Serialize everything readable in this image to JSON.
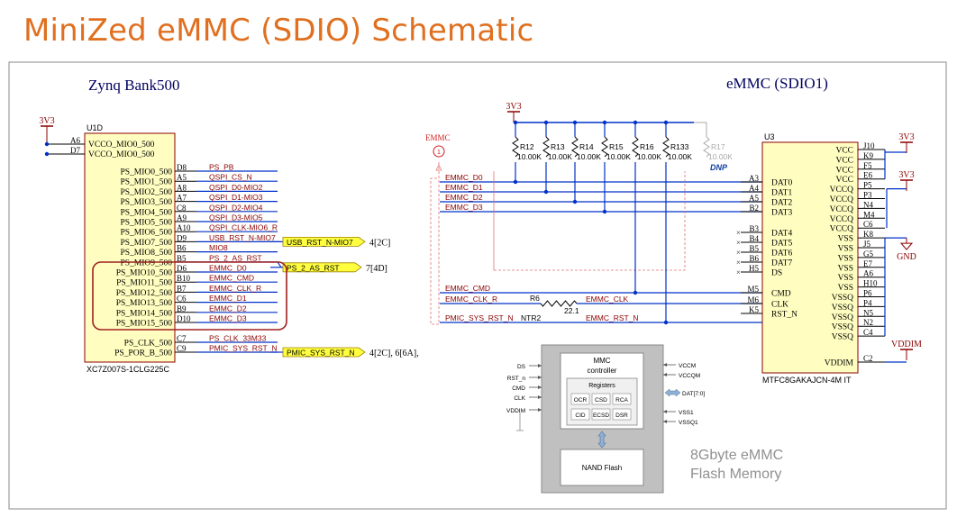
{
  "title": "MiniZed eMMC (SDIO) Schematic",
  "zynq": {
    "heading": "Zynq Bank500",
    "ref": "U1D",
    "part": "XC7Z007S-1CLG225C",
    "supply_label": "3V3",
    "power_pins": [
      {
        "pin": "A6",
        "name": "VCCO_MIO0_500"
      },
      {
        "pin": "D7",
        "name": "VCCO_MIO0_500"
      }
    ],
    "pins": [
      {
        "pin": "D8",
        "name": "PS_MIO0_500",
        "net": "PS_PB"
      },
      {
        "pin": "A5",
        "name": "PS_MIO1_500",
        "net": "QSPI_CS_N"
      },
      {
        "pin": "A8",
        "name": "PS_MIO2_500",
        "net": "QSPI_D0-MIO2"
      },
      {
        "pin": "A7",
        "name": "PS_MIO3_500",
        "net": "QSPI_D1-MIO3"
      },
      {
        "pin": "C8",
        "name": "PS_MIO4_500",
        "net": "QSPI_D2-MIO4"
      },
      {
        "pin": "A9",
        "name": "PS_MIO5_500",
        "net": "QSPI_D3-MIO5"
      },
      {
        "pin": "A10",
        "name": "PS_MIO6_500",
        "net": "QSPI_CLK-MIO6_R"
      },
      {
        "pin": "D9",
        "name": "PS_MIO7_500",
        "net": "USB_RST_N-MIO7"
      },
      {
        "pin": "B6",
        "name": "PS_MIO8_500",
        "net": "MIO8"
      },
      {
        "pin": "B5",
        "name": "PS_MIO9_500",
        "net": "PS_2_AS_RST"
      },
      {
        "pin": "D6",
        "name": "PS_MIO10_500",
        "net": "EMMC_D0"
      },
      {
        "pin": "B10",
        "name": "PS_MIO11_500",
        "net": "EMMC_CMD"
      },
      {
        "pin": "B7",
        "name": "PS_MIO12_500",
        "net": "EMMC_CLK_R"
      },
      {
        "pin": "C6",
        "name": "PS_MIO13_500",
        "net": "EMMC_D1"
      },
      {
        "pin": "B9",
        "name": "PS_MIO14_500",
        "net": "EMMC_D2"
      },
      {
        "pin": "D10",
        "name": "PS_MIO15_500",
        "net": "EMMC_D3"
      }
    ],
    "clk_pins": [
      {
        "pin": "C7",
        "name": "PS_CLK_500",
        "net": "PS_CLK_33M33"
      },
      {
        "pin": "C9",
        "name": "PS_POR_B_500",
        "net": "PMIC_SYS_RST_N"
      }
    ],
    "ports": [
      {
        "label": "USB_RST_N-MIO7",
        "ref": "4[2C]"
      },
      {
        "label": "PS_2_AS_RST",
        "ref": "7[4D]"
      },
      {
        "label": "PMIC_SYS_RST_N",
        "ref": "4[2C], 6[6A],"
      }
    ]
  },
  "emmc": {
    "heading": "eMMC (SDIO1)",
    "ref": "U3",
    "part": "MTFC8GAKAJCN-4M IT",
    "marker": "EMMC",
    "marker_num": "1",
    "nets_left": [
      "EMMC_D0",
      "EMMC_D1",
      "EMMC_D2",
      "EMMC_D3",
      "EMMC_CMD",
      "EMMC_CLK_R",
      "PMIC_SYS_RST_N"
    ],
    "nets_right": [
      "EMMC_CLK",
      "EMMC_RST_N"
    ],
    "series_r": {
      "ref": "R6",
      "value": "22.1"
    },
    "ntr_label": "NTR2",
    "left_pins": [
      {
        "pin": "A3",
        "name": "DAT0"
      },
      {
        "pin": "A4",
        "name": "DAT1"
      },
      {
        "pin": "A5",
        "name": "DAT2"
      },
      {
        "pin": "B2",
        "name": "DAT3"
      },
      {
        "pin": "B3",
        "name": "DAT4"
      },
      {
        "pin": "B4",
        "name": "DAT5"
      },
      {
        "pin": "B5",
        "name": "DAT6"
      },
      {
        "pin": "B6",
        "name": "DAT7"
      },
      {
        "pin": "H5",
        "name": "DS"
      },
      {
        "pin": "M5",
        "name": "CMD"
      },
      {
        "pin": "M6",
        "name": "CLK"
      },
      {
        "pin": "K5",
        "name": "RST_N"
      }
    ],
    "right_pins": [
      {
        "pin": "J10",
        "name": "VCC"
      },
      {
        "pin": "K9",
        "name": "VCC"
      },
      {
        "pin": "F5",
        "name": "VCC"
      },
      {
        "pin": "E6",
        "name": "VCC"
      },
      {
        "pin": "P5",
        "name": "VCCQ"
      },
      {
        "pin": "P3",
        "name": "VCCQ"
      },
      {
        "pin": "N4",
        "name": "VCCQ"
      },
      {
        "pin": "M4",
        "name": "VCCQ"
      },
      {
        "pin": "C6",
        "name": "VCCQ"
      },
      {
        "pin": "K8",
        "name": "VSS"
      },
      {
        "pin": "J5",
        "name": "VSS"
      },
      {
        "pin": "G5",
        "name": "VSS"
      },
      {
        "pin": "E7",
        "name": "VSS"
      },
      {
        "pin": "A6",
        "name": "VSS"
      },
      {
        "pin": "H10",
        "name": "VSS"
      },
      {
        "pin": "P6",
        "name": "VSSQ"
      },
      {
        "pin": "P4",
        "name": "VSSQ"
      },
      {
        "pin": "N5",
        "name": "VSSQ"
      },
      {
        "pin": "N2",
        "name": "VSSQ"
      },
      {
        "pin": "C4",
        "name": "VSSQ"
      },
      {
        "pin": "C2",
        "name": "VDDIM"
      }
    ],
    "supplies": [
      "3V3",
      "3V3",
      "GND",
      "VDDIM"
    ],
    "pullup_rail": "3V3",
    "resistors": [
      {
        "ref": "R12",
        "value": "10.00K"
      },
      {
        "ref": "R13",
        "value": "10.00K"
      },
      {
        "ref": "R14",
        "value": "10.00K"
      },
      {
        "ref": "R15",
        "value": "10.00K"
      },
      {
        "ref": "R16",
        "value": "10.00K"
      },
      {
        "ref": "R133",
        "value": "10.00K"
      },
      {
        "ref": "R17",
        "value": "10.00K",
        "dnp": true
      }
    ],
    "dnp_label": "DNP"
  },
  "block": {
    "controller_title": [
      "MMC",
      "controller"
    ],
    "registers_title": "Registers",
    "registers": [
      "OCR",
      "CSD",
      "RCA",
      "CID",
      "ECSD",
      "DSR"
    ],
    "flash_label": "NAND Flash",
    "signals_left": [
      "DS",
      "RST_n",
      "CMD",
      "CLK",
      "VDDIM"
    ],
    "signals_right": [
      "VCCM",
      "VCCQM",
      "DAT[7:0]",
      "VSS1",
      "VSSQ1"
    ],
    "caption": [
      "8Gbyte eMMC",
      "Flash Memory"
    ]
  },
  "colors": {
    "title": "#e07020",
    "net_blue": "#0030c8",
    "label_red": "#8b0000",
    "ic_fill": "#fffec0",
    "highlight": "#a02020"
  }
}
